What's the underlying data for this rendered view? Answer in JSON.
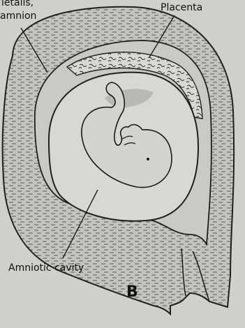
{
  "labels": {
    "top_line_1": "letails,",
    "top_line_2": "amnion",
    "placenta": "Placenta",
    "amniotic_cavity": "Amniotic cavity",
    "panel_letter": "B"
  }
}
